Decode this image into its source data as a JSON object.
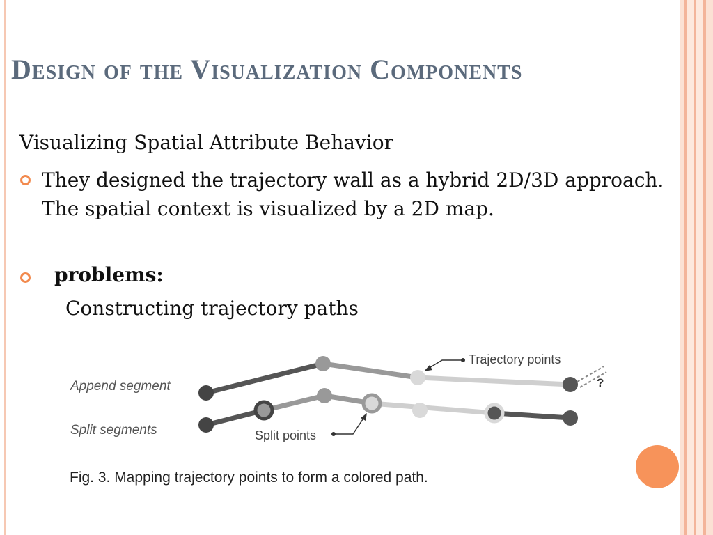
{
  "slide": {
    "title": "Design of the Visualization Components",
    "subheading": "Visualizing Spatial Attribute Behavior",
    "bullets": [
      {
        "text": "They designed the trajectory wall as a hybrid 2D/3D approach. The spatial context is visualized by a 2D map."
      },
      {
        "text": "problems:"
      }
    ],
    "sub_item": "Constructing trajectory paths"
  },
  "figure": {
    "label_append": "Append segment",
    "label_split": "Split segments",
    "label_trajectory_points": "Trajectory points",
    "label_split_points": "Split points",
    "question_mark": "?",
    "caption": "Fig. 3. Mapping trajectory points to form a colored path."
  },
  "colors": {
    "title": "#5b6a7c",
    "bullet_ring": "#f28a4e",
    "accent_circle": "#f7935a",
    "stripe_light": "#fde8dd",
    "stripe_dark": "#f3b49a"
  }
}
